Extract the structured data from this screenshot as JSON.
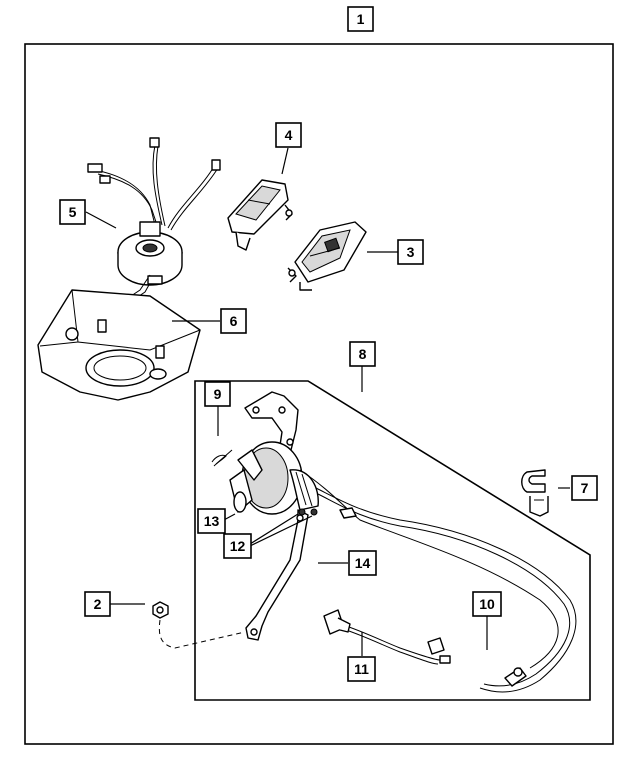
{
  "figure": {
    "background": "#ffffff",
    "line_color": "#000000"
  },
  "callouts": {
    "c1": "1",
    "c2": "2",
    "c3": "3",
    "c4": "4",
    "c5": "5",
    "c6": "6",
    "c7": "7",
    "c8": "8",
    "c9": "9",
    "c10": "10",
    "c11": "11",
    "c12": "12",
    "c13": "13",
    "c14": "14"
  }
}
